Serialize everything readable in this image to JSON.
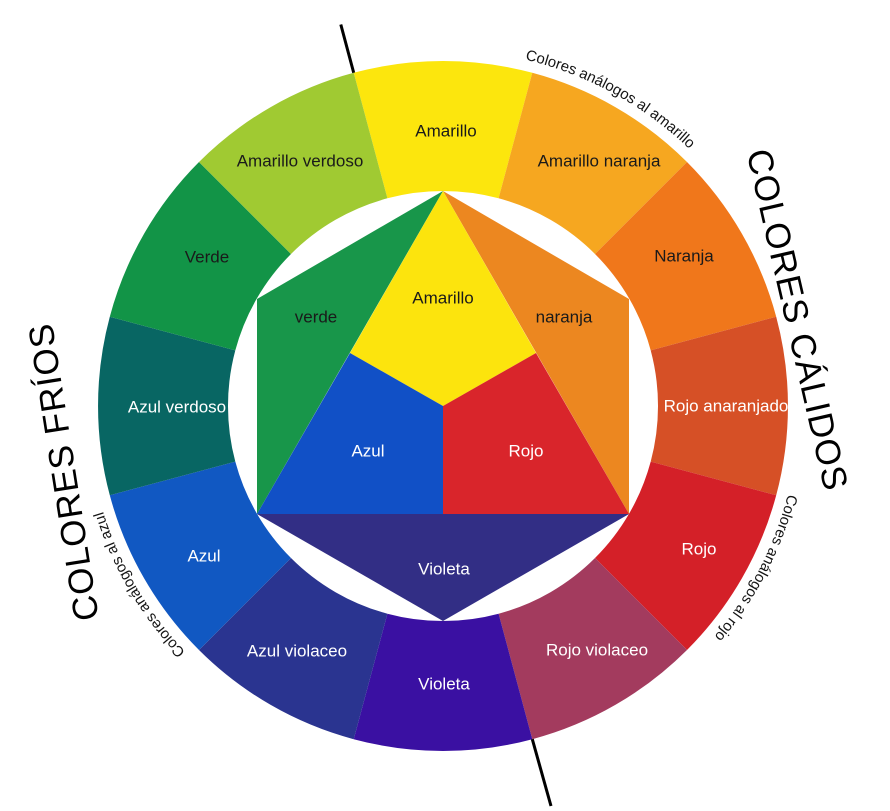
{
  "background": "#ffffff",
  "divider_line_color": "#000000",
  "title_color": "#000000",
  "titles": {
    "warm": "COLORES CÁLIDOS",
    "cool": "COLORES FRÍOS"
  },
  "curved_labels": {
    "amarillo": "Colores análogos al amarillo",
    "rojo": "Colores análogos al rojo",
    "azul": "Colores análogos al azul"
  },
  "ring_segments": [
    {
      "label": "Amarillo",
      "color": "#FCE60D",
      "label_color": "#1a1a1a"
    },
    {
      "label": "Amarillo naranja",
      "color": "#F6A720",
      "label_color": "#1a1a1a"
    },
    {
      "label": "Naranja",
      "color": "#F0771B",
      "label_color": "#1a1a1a"
    },
    {
      "label": "Rojo anaranjado",
      "color": "#D65026",
      "label_color": "#ffffff"
    },
    {
      "label": "Rojo",
      "color": "#D42028",
      "label_color": "#ffffff"
    },
    {
      "label": "Rojo violaceo",
      "color": "#A33B5E",
      "label_color": "#ffffff"
    },
    {
      "label": "Violeta",
      "color": "#3A10A2",
      "label_color": "#ffffff"
    },
    {
      "label": "Azul violaceo",
      "color": "#2A3490",
      "label_color": "#ffffff"
    },
    {
      "label": "Azul",
      "color": "#1158C2",
      "label_color": "#ffffff"
    },
    {
      "label": "Azul verdoso",
      "color": "#086663",
      "label_color": "#ffffff"
    },
    {
      "label": "Verde",
      "color": "#129447",
      "label_color": "#1a1a1a"
    },
    {
      "label": "Amarillo verdoso",
      "color": "#A0CA32",
      "label_color": "#1a1a1a"
    }
  ],
  "inner": {
    "primaries": [
      {
        "label": "Amarillo",
        "color": "#FCE40D",
        "label_color": "#1a1a1a"
      },
      {
        "label": "Azul",
        "color": "#1150C6",
        "label_color": "#ffffff"
      },
      {
        "label": "Rojo",
        "color": "#D9252B",
        "label_color": "#ffffff"
      }
    ],
    "secondaries": [
      {
        "label": "verde",
        "color": "#18964A",
        "label_color": "#1a1a1a"
      },
      {
        "label": "naranja",
        "color": "#EC8720",
        "label_color": "#1a1a1a"
      },
      {
        "label": "Violeta",
        "color": "#322E85",
        "label_color": "#ffffff"
      }
    ]
  }
}
